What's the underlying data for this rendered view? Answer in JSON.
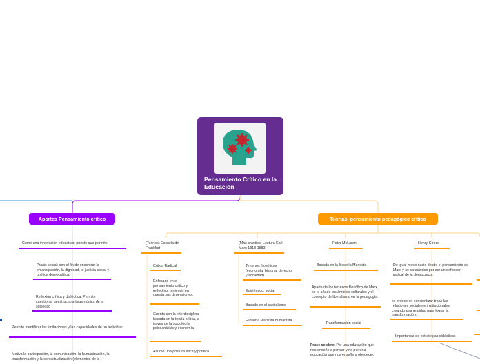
{
  "root": {
    "title": "Pensamiento Crítico en la Educación",
    "image_icon": "head-gears-icon"
  },
  "branch_left": {
    "title": "Aportes Pensamiento critico",
    "color": "#9900ff",
    "items": [
      "Como una innovación educativa: puesto que permite",
      "Praxis social: con el fin de encontrar la emancipación, la dignidad, la justicia social y política democrática.",
      "Reflexión crítica y dialéctica: Permite cuestionar la estructura hegemónica de la sociedad",
      "Permite identificar las limitaciones y las capacidades de un individuo",
      "Motiva la participación, la comunicación, la humanización, la transformación y la contextualización (elementos de la"
    ]
  },
  "branch_right": {
    "title": "Teorías: pensamiento pedagógico crítico",
    "color": "#ff9900",
    "columns": [
      {
        "head": "(Teórica) Escuela de Frankfurt",
        "items": [
          "Critica Radical",
          "Enfocado en el pensamiento crítico y reflectivo, teniendo en cuenta sus dimensiones.",
          "Cuenta con la interdisciplina basada en la teoría crítica, a traves de la sociología, psicoanálisis y economía.",
          "Asume una postura ética y política"
        ]
      },
      {
        "head": "(Más práctica) Lectura Karl Marx 1818-1883",
        "items": [
          "Terrenos filosóficos (economía, historia, derecho y sociedad)",
          "Epistémico, social",
          "Basado en el capitalismo",
          "Filosofía Marxista humanista"
        ]
      },
      {
        "head": "Peter McLaren",
        "items": [
          "Basada en la filosofía Marxista",
          "Aparte de los terrenos filosófico de Marx, se le añade los ámbitos culturales y el concepto de liberalismo en la pedagogía.",
          "Transformación social"
        ],
        "quote_label": "Frase celebre:",
        "quote": "Por una educación que nos enseñe a pensar y no por una educación que nos enseñe a obedecer."
      },
      {
        "head": "Henry Giroux",
        "items": [
          "De igual modo nacio desde el pensamiento de Marx y se caracteriso por ser un defensor radical de la democracia",
          "se enfoco en concientizar traas las relaciones sociales e institucionales creando una realidad para lograr la transformación.",
          "Importancia de estrategias didácticas"
        ]
      }
    ]
  }
}
